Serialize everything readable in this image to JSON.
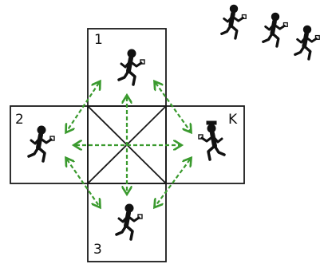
{
  "diagram": {
    "zone_labels": {
      "top": "1",
      "left": "2",
      "right": "K",
      "bottom": "3"
    },
    "colors": {
      "outline": "#1a1a1a",
      "arrow": "#3a9a2e",
      "figure": "#111111",
      "background": "#ffffff"
    },
    "figures": {
      "player_top": "running-person-icon",
      "player_left": "running-person-icon",
      "player_bottom": "running-person-icon",
      "king_right": "running-person-with-crown-icon",
      "waiting_players": [
        "running-person-icon",
        "running-person-icon",
        "running-person-icon"
      ]
    }
  }
}
